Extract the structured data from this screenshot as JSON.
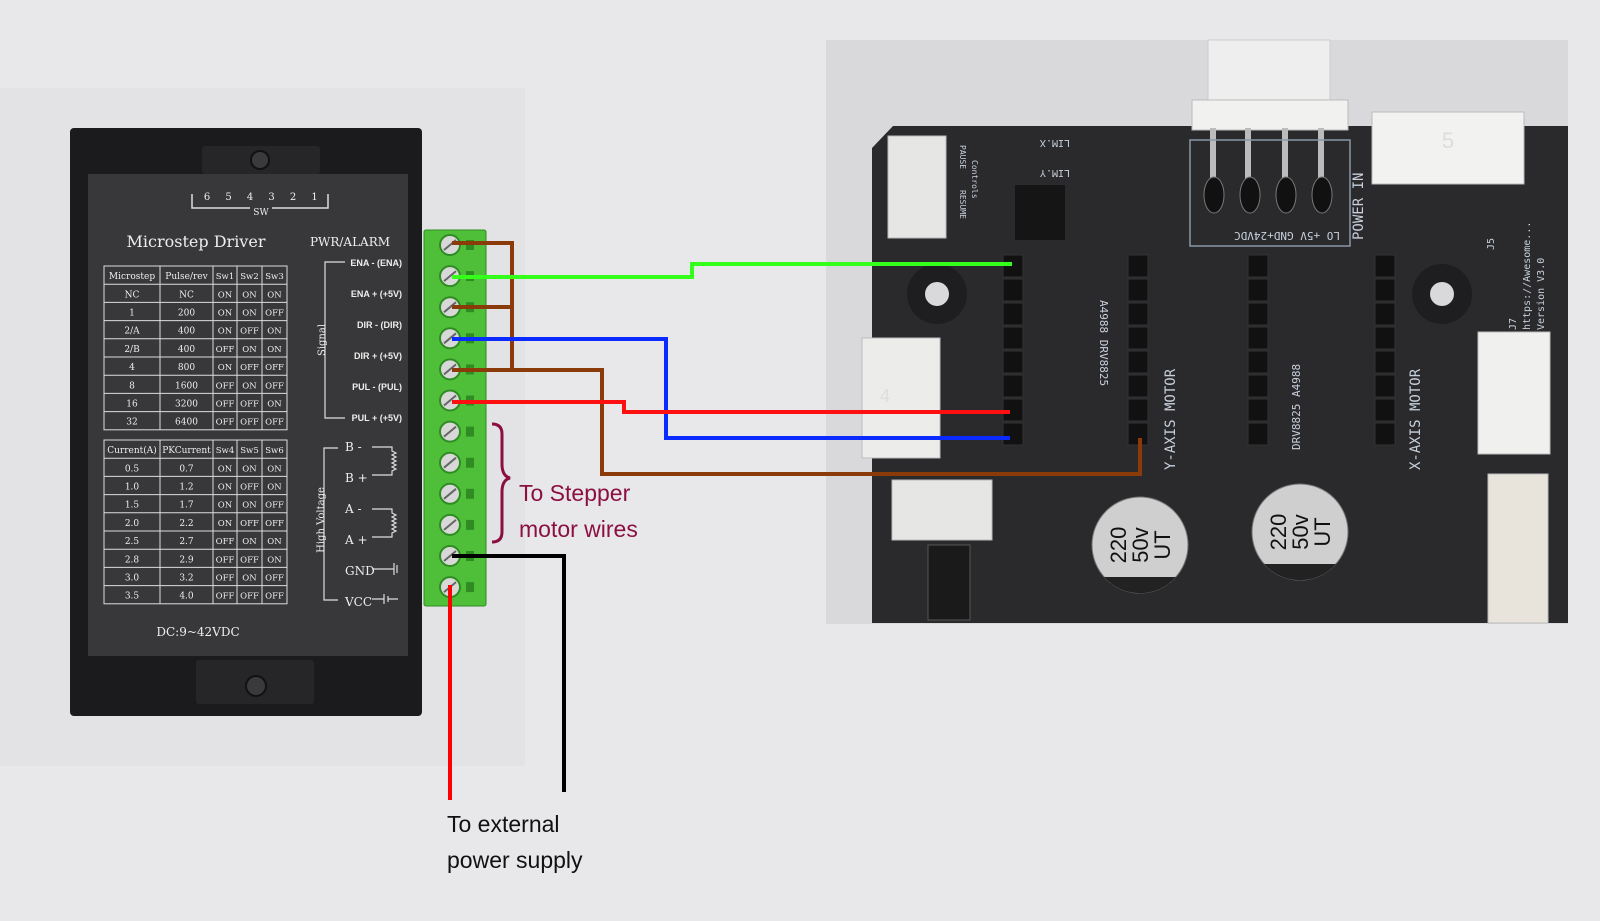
{
  "colors": {
    "wire_ena_plus": "#33ff1a",
    "wire_dir_plus": "#0a2bff",
    "wire_pul_plus": "#ff1010",
    "wire_common": "#8b3a0a",
    "wire_gnd": "#000000",
    "wire_vcc": "#ff0000",
    "annotation": "#8b1040",
    "terminal_block": "#4fbf3a"
  },
  "driver": {
    "title": "Microstep Driver",
    "sw_label": "SW",
    "sw_numbers": [
      "6",
      "5",
      "4",
      "3",
      "2",
      "1"
    ],
    "pwr_alarm": "PWR/ALARM",
    "signal_label": "Signal",
    "high_voltage_label": "High Voltage",
    "dc_rating": "DC:9~42VDC",
    "signal_terminals": [
      "ENA - (ENA)",
      "ENA + (+5V)",
      "DIR - (DIR)",
      "DIR + (+5V)",
      "PUL - (PUL)",
      "PUL + (+5V)"
    ],
    "power_terminals": [
      "B -",
      "B +",
      "A -",
      "A +",
      "GND",
      "VCC"
    ],
    "microstep_table": {
      "headers": [
        "Microstep",
        "Pulse/rev",
        "Sw1",
        "Sw2",
        "Sw3"
      ],
      "rows": [
        [
          "NC",
          "NC",
          "ON",
          "ON",
          "ON"
        ],
        [
          "1",
          "200",
          "ON",
          "ON",
          "OFF"
        ],
        [
          "2/A",
          "400",
          "ON",
          "OFF",
          "ON"
        ],
        [
          "2/B",
          "400",
          "OFF",
          "ON",
          "ON"
        ],
        [
          "4",
          "800",
          "ON",
          "OFF",
          "OFF"
        ],
        [
          "8",
          "1600",
          "OFF",
          "ON",
          "OFF"
        ],
        [
          "16",
          "3200",
          "OFF",
          "OFF",
          "ON"
        ],
        [
          "32",
          "6400",
          "OFF",
          "OFF",
          "OFF"
        ]
      ]
    },
    "current_table": {
      "headers": [
        "Current(A)",
        "PKCurrent",
        "Sw4",
        "Sw5",
        "Sw6"
      ],
      "rows": [
        [
          "0.5",
          "0.7",
          "ON",
          "ON",
          "ON"
        ],
        [
          "1.0",
          "1.2",
          "ON",
          "OFF",
          "ON"
        ],
        [
          "1.5",
          "1.7",
          "ON",
          "ON",
          "OFF"
        ],
        [
          "2.0",
          "2.2",
          "ON",
          "OFF",
          "OFF"
        ],
        [
          "2.5",
          "2.7",
          "OFF",
          "ON",
          "ON"
        ],
        [
          "2.8",
          "2.9",
          "OFF",
          "OFF",
          "ON"
        ],
        [
          "3.0",
          "3.2",
          "OFF",
          "ON",
          "OFF"
        ],
        [
          "3.5",
          "4.0",
          "OFF",
          "OFF",
          "OFF"
        ]
      ]
    }
  },
  "board": {
    "power_in": "POWER IN",
    "power_pins": "LO +5V GND+24VDC",
    "y_axis_motor": "Y-AXIS MOTOR",
    "x_axis_motor": "X-AXIS MOTOR",
    "driver_y": "A4988 DRV8825",
    "driver_x": "DRV8825 A4988",
    "cap_label_1": [
      "220",
      "50v",
      "UT"
    ],
    "cap_label_2": [
      "220",
      "50v",
      "UT"
    ],
    "controls": "Controls",
    "url": "https://Awesome...",
    "version": "Version V3.0",
    "lim_x": "LIM.X",
    "lim_y": "LIM.Y",
    "pause": "PAUSE",
    "resume": "RESUME",
    "j5_label": "J5",
    "j7_label": "J7",
    "connector_5": "5",
    "connector_4": "4"
  },
  "annotations": {
    "stepper": [
      "To Stepper",
      "motor wires"
    ],
    "power": [
      "To external",
      "power supply"
    ]
  }
}
